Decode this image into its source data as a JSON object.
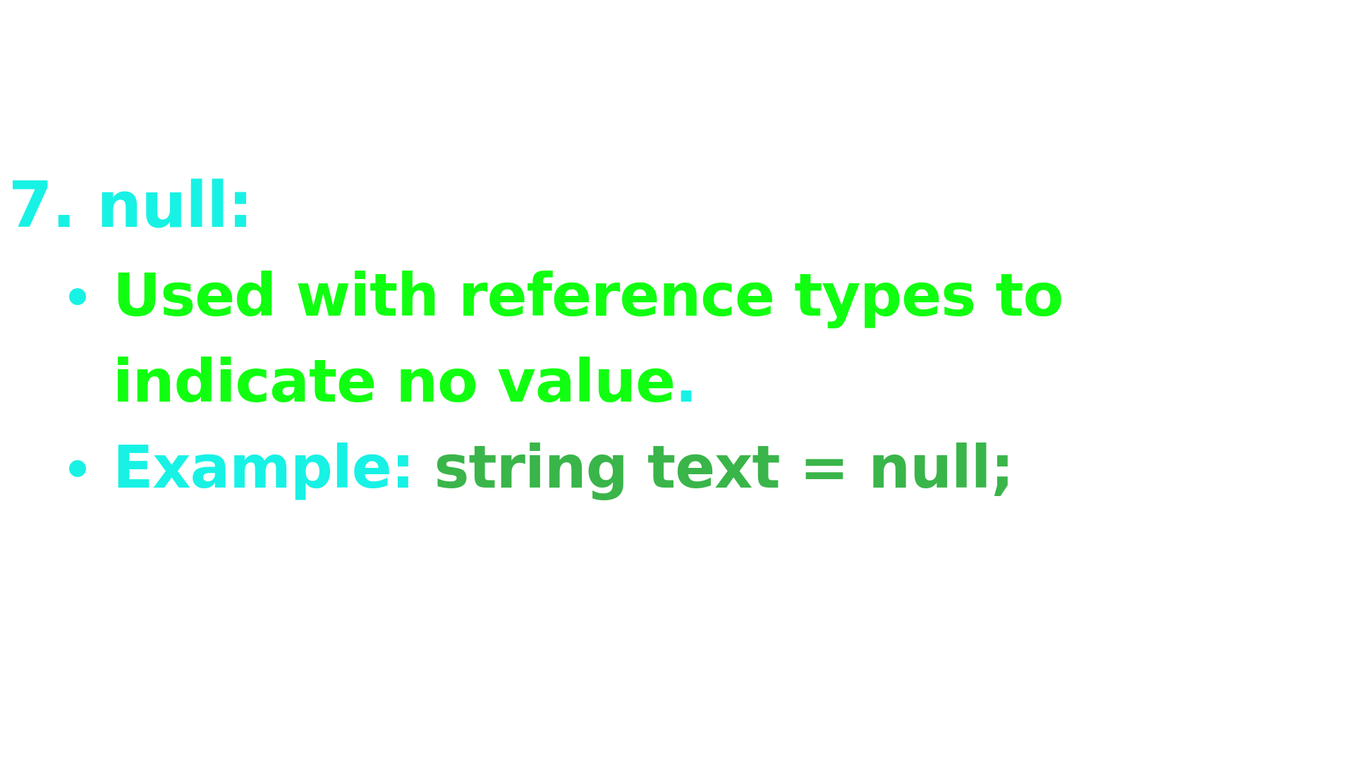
{
  "heading": {
    "number": "7.",
    "term": "null:"
  },
  "bullets": [
    {
      "text_main": "Used with reference types to indicate no value",
      "text_end": "."
    },
    {
      "label": "Example:",
      "code": "string text = null;"
    }
  ],
  "colors": {
    "heading": "#17f2e5",
    "primary_text": "#10ff10",
    "code_text": "#3ab54a",
    "bullet_dot": "#17f2e5",
    "background": "#ffffff"
  }
}
